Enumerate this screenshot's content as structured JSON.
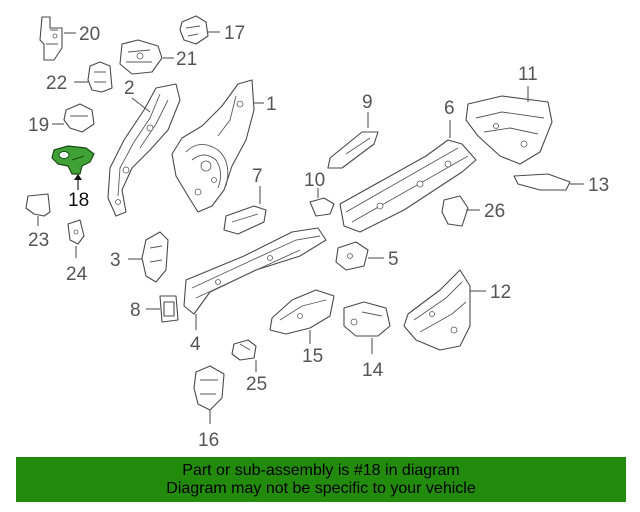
{
  "callouts": {
    "c1": "1",
    "c2": "2",
    "c3": "3",
    "c4": "4",
    "c5": "5",
    "c6": "6",
    "c7": "7",
    "c8": "8",
    "c9": "9",
    "c10": "10",
    "c11": "11",
    "c12": "12",
    "c13": "13",
    "c14": "14",
    "c15": "15",
    "c16": "16",
    "c17": "17",
    "c18": "18",
    "c19": "19",
    "c20": "20",
    "c21": "21",
    "c22": "22",
    "c23": "23",
    "c24": "24",
    "c25": "25",
    "c26": "26"
  },
  "highlight": {
    "part_number": "18",
    "color": "#3fa136"
  },
  "footer": {
    "line1": "Part or sub-assembly is #18 in diagram",
    "line2": "Diagram may not be specific to your vehicle",
    "background": "#228b0c"
  }
}
